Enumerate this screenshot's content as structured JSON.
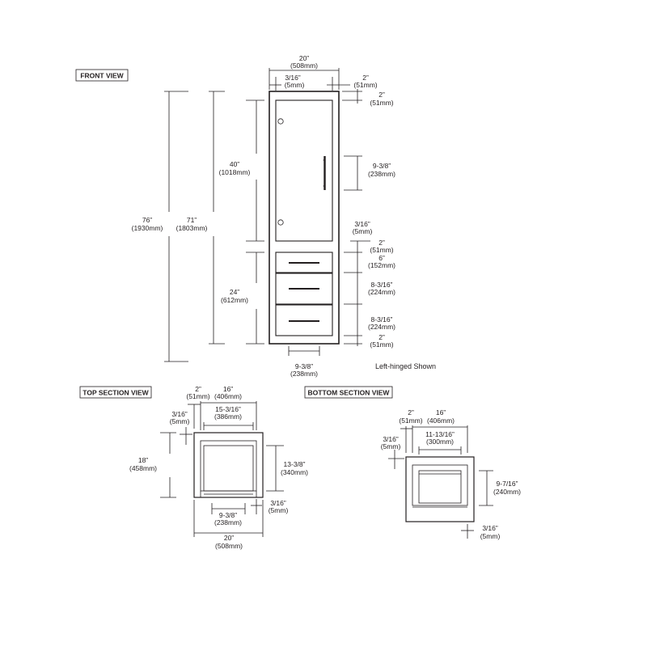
{
  "titles": {
    "front": "FRONT VIEW",
    "top": "TOP SECTION VIEW",
    "bottom": "BOTTOM SECTION VIEW"
  },
  "note": "Left-hinged Shown",
  "front": {
    "overall_height": [
      "76”",
      "(1930mm)"
    ],
    "cabinet_height": [
      "71”",
      "(1803mm)"
    ],
    "door_height": [
      "40”",
      "(1018mm)"
    ],
    "drawer_section_height": [
      "24”",
      "(612mm)"
    ],
    "width": [
      "20”",
      "(508mm)"
    ],
    "gap_top_left": [
      "3/16”",
      "(5mm)"
    ],
    "side_top_right": [
      "2”",
      "(51mm)"
    ],
    "top_rail": [
      "2”",
      "(51mm)"
    ],
    "handle_length": [
      "9-3/8”",
      "(238mm)"
    ],
    "gap_mid": [
      "3/16”",
      "(5mm)"
    ],
    "mid_rail": [
      "2”",
      "(51mm)"
    ],
    "drawer1": [
      "6”",
      "(152mm)"
    ],
    "drawer2": [
      "8-3/16”",
      "(224mm)"
    ],
    "drawer3": [
      "8-3/16”",
      "(224mm)"
    ],
    "base_rail": [
      "2”",
      "(51mm)"
    ],
    "drawer_pull": [
      "9-3/8”",
      "(238mm)"
    ]
  },
  "top_section": {
    "side": [
      "2”",
      "(51mm)"
    ],
    "inner_width": [
      "16”",
      "(406mm)"
    ],
    "opening": [
      "15-3/16”",
      "(386mm)"
    ],
    "gap": [
      "3/16”",
      "(5mm)"
    ],
    "depth": [
      "18”",
      "(458mm)"
    ],
    "opening_depth": [
      "13-3/8”",
      "(340mm)"
    ],
    "pull": [
      "9-3/8”",
      "(238mm)"
    ],
    "gap_bottom": [
      "3/16”",
      "(5mm)"
    ],
    "width": [
      "20”",
      "(508mm)"
    ]
  },
  "bottom_section": {
    "side": [
      "2”",
      "(51mm)"
    ],
    "inner_width": [
      "16”",
      "(406mm)"
    ],
    "opening": [
      "11-13/16”",
      "(300mm)"
    ],
    "gap": [
      "3/16”",
      "(5mm)"
    ],
    "opening_depth": [
      "9-7/16”",
      "(240mm)"
    ],
    "gap_bottom": [
      "3/16”",
      "(5mm)"
    ]
  }
}
